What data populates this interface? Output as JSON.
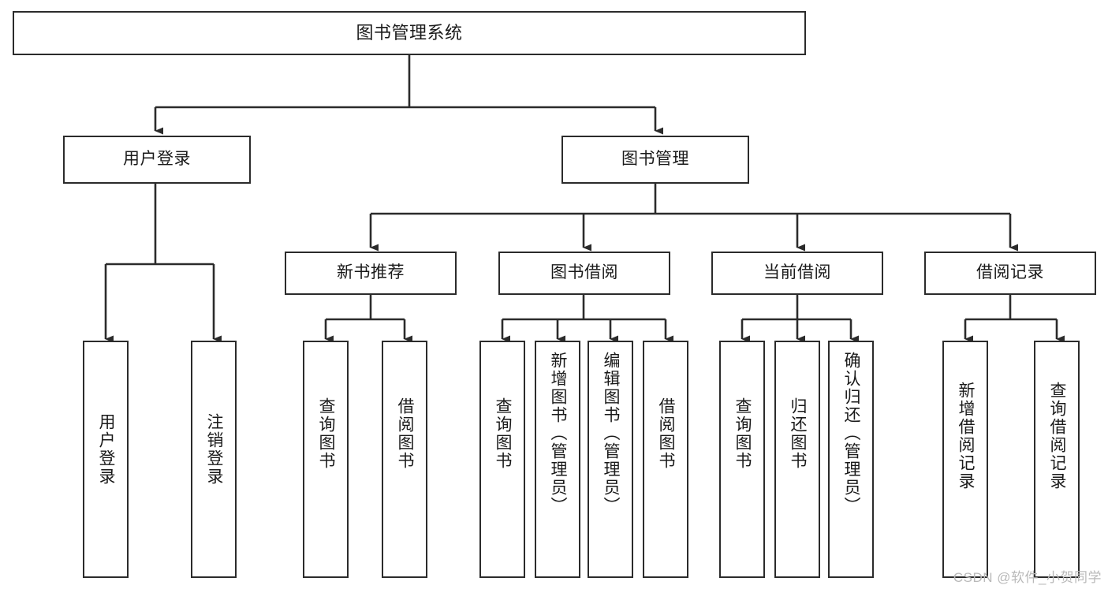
{
  "diagram": {
    "type": "tree-hierarchy",
    "title": "图书管理系统",
    "root": {
      "label": "图书管理系统"
    },
    "level1": [
      {
        "label": "用户登录"
      },
      {
        "label": "图书管理"
      }
    ],
    "level2": [
      {
        "label": "新书推荐",
        "parent": "图书管理"
      },
      {
        "label": "图书借阅",
        "parent": "图书管理"
      },
      {
        "label": "当前借阅",
        "parent": "图书管理"
      },
      {
        "label": "借阅记录",
        "parent": "图书管理"
      }
    ],
    "leaves": {
      "user_login": [
        {
          "label": "用户登录"
        },
        {
          "label": "注销登录"
        }
      ],
      "new_book_recommend": [
        {
          "label": "查询图书"
        },
        {
          "label": "借阅图书"
        }
      ],
      "book_borrow": [
        {
          "label": "查询图书"
        },
        {
          "label": "新增图书（管理员）"
        },
        {
          "label": "编辑图书（管理员）"
        },
        {
          "label": "借阅图书"
        }
      ],
      "current_borrow": [
        {
          "label": "查询图书"
        },
        {
          "label": "归还图书"
        },
        {
          "label": "确认归还（管理员）"
        }
      ],
      "borrow_records": [
        {
          "label": "新增借阅记录"
        },
        {
          "label": "查询借阅记录"
        }
      ]
    }
  },
  "watermark": {
    "text": "CSDN @软件_小贺同学"
  },
  "colors": {
    "border": "#2b2b2b",
    "background": "#ffffff",
    "text": "#1a1a1a",
    "watermark": "#b9b9b9"
  }
}
